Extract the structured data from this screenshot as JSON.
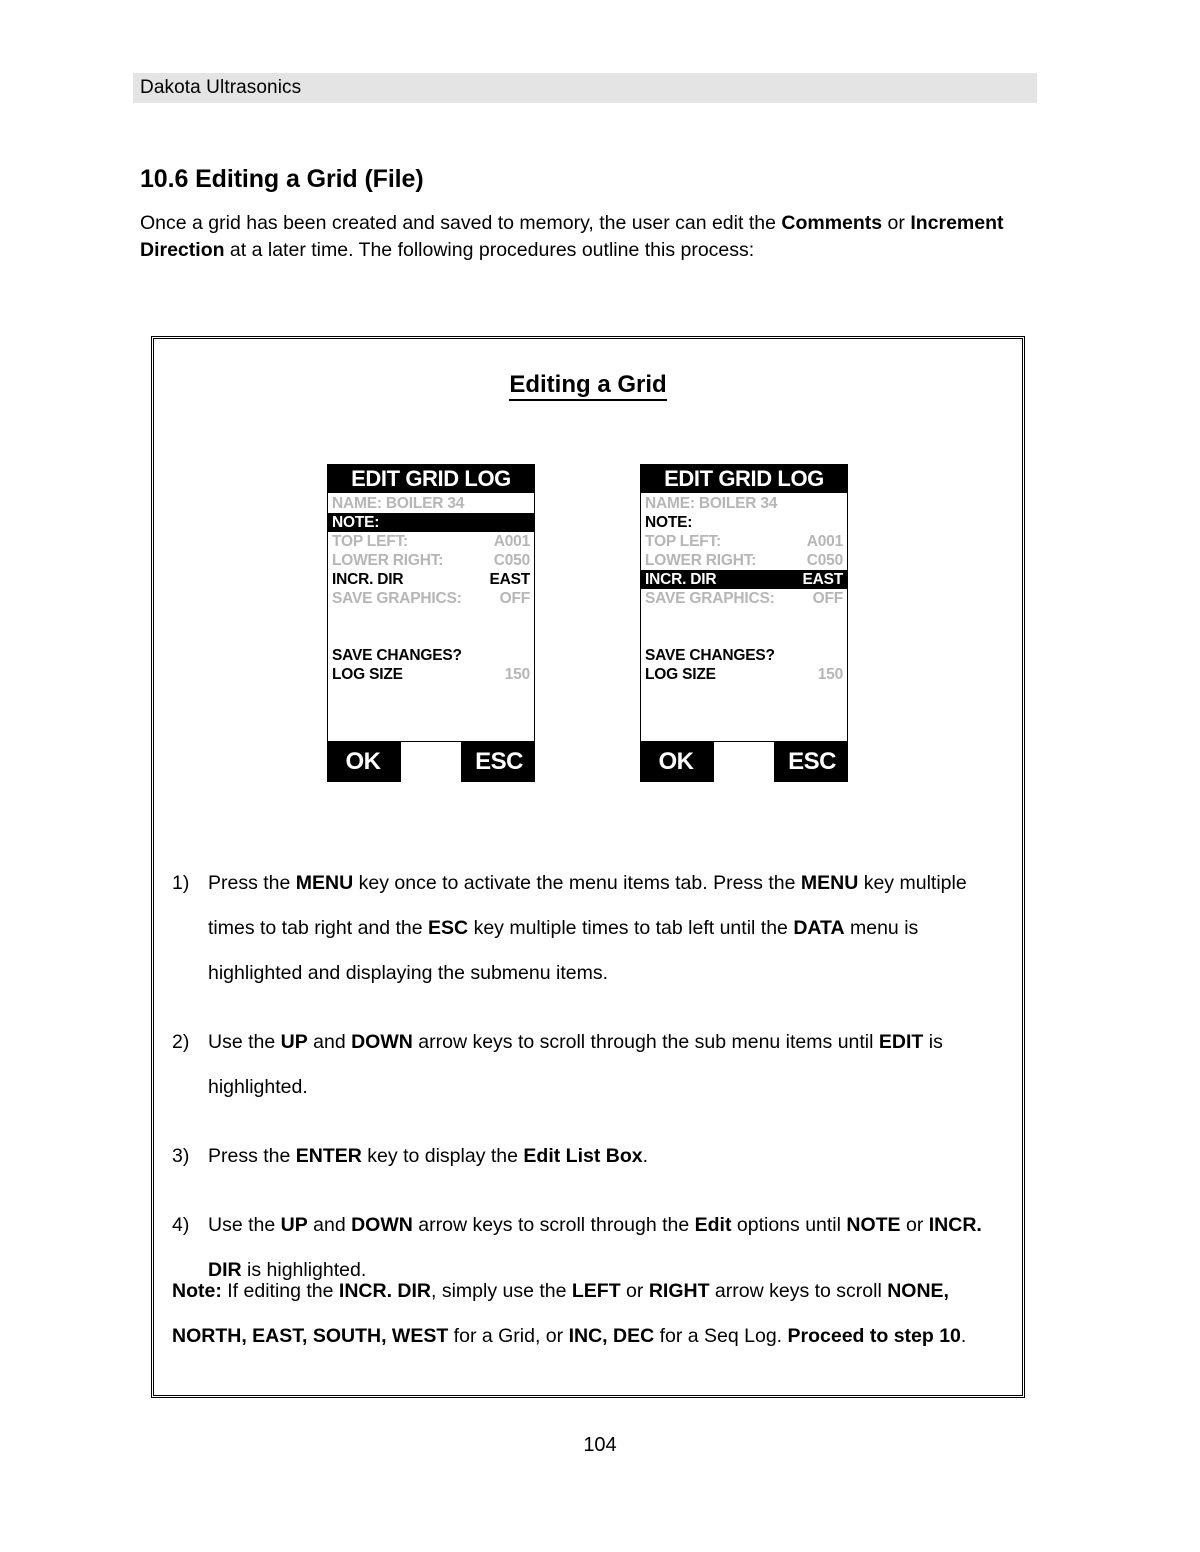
{
  "header": {
    "title": "Dakota Ultrasonics"
  },
  "section": {
    "heading": "10.6 Editing a Grid (File)",
    "intro_part1": "Once a grid has been created and saved to memory, the user can edit the ",
    "intro_bold1": "Comments",
    "intro_mid1": " or ",
    "intro_bold2": "Increment Direction",
    "intro_part2": " at a later time. The following procedures outline this process:"
  },
  "figure": {
    "title": "Editing a Grid",
    "screens": [
      {
        "name": "screen-note-highlighted",
        "titlebar": "EDIT GRID LOG",
        "rows": [
          {
            "label": "NAME: BOILER 34",
            "value": "",
            "state": "dim"
          },
          {
            "label": "NOTE:",
            "value": "",
            "state": "selected"
          },
          {
            "label": "TOP LEFT:",
            "value": "A001",
            "state": "dim"
          },
          {
            "label": "LOWER RIGHT:",
            "value": "C050",
            "state": "dim"
          },
          {
            "label": "INCR. DIR",
            "value": "EAST",
            "state": "normal"
          },
          {
            "label": "SAVE GRAPHICS:",
            "value": "OFF",
            "state": "dim"
          },
          {
            "label": "",
            "value": "",
            "state": "gap"
          },
          {
            "label": "SAVE CHANGES?",
            "value": "",
            "state": "normal"
          },
          {
            "label": "LOG SIZE",
            "value": "150",
            "state": "mixed"
          }
        ],
        "ok_label": "OK",
        "esc_label": "ESC"
      },
      {
        "name": "screen-incrdir-highlighted",
        "titlebar": "EDIT GRID LOG",
        "rows": [
          {
            "label": "NAME: BOILER 34",
            "value": "",
            "state": "dim"
          },
          {
            "label": "NOTE:",
            "value": "",
            "state": "normal"
          },
          {
            "label": "TOP LEFT:",
            "value": "A001",
            "state": "dim"
          },
          {
            "label": "LOWER RIGHT:",
            "value": "C050",
            "state": "dim"
          },
          {
            "label": "INCR. DIR",
            "value": "EAST",
            "state": "selected"
          },
          {
            "label": "SAVE GRAPHICS:",
            "value": "OFF",
            "state": "dim"
          },
          {
            "label": "",
            "value": "",
            "state": "gap"
          },
          {
            "label": "SAVE CHANGES?",
            "value": "",
            "state": "normal"
          },
          {
            "label": "LOG SIZE",
            "value": "150",
            "state": "mixed"
          }
        ],
        "ok_label": "OK",
        "esc_label": "ESC"
      }
    ],
    "steps": [
      {
        "num": "1)",
        "segments": [
          {
            "t": "Press the ",
            "b": false
          },
          {
            "t": "MENU",
            "b": true
          },
          {
            "t": " key once to activate the menu items tab.  Press the ",
            "b": false
          },
          {
            "t": "MENU",
            "b": true
          },
          {
            "t": " key multiple times to tab right and the ",
            "b": false
          },
          {
            "t": "ESC",
            "b": true
          },
          {
            "t": " key multiple times to tab left until the ",
            "b": false
          },
          {
            "t": "DATA",
            "b": true
          },
          {
            "t": " menu is highlighted and displaying the submenu items.",
            "b": false
          }
        ]
      },
      {
        "num": "2)",
        "segments": [
          {
            "t": "Use the ",
            "b": false
          },
          {
            "t": "UP",
            "b": true
          },
          {
            "t": " and ",
            "b": false
          },
          {
            "t": "DOWN",
            "b": true
          },
          {
            "t": " arrow keys to scroll through the sub menu items until ",
            "b": false
          },
          {
            "t": "EDIT",
            "b": true
          },
          {
            "t": " is highlighted.",
            "b": false
          }
        ]
      },
      {
        "num": "3)",
        "segments": [
          {
            "t": " Press the ",
            "b": false
          },
          {
            "t": "ENTER",
            "b": true
          },
          {
            "t": " key to display the ",
            "b": false
          },
          {
            "t": "Edit List Box",
            "b": true
          },
          {
            "t": ".",
            "b": false
          }
        ]
      },
      {
        "num": "4)",
        "segments": [
          {
            "t": "Use the ",
            "b": false
          },
          {
            "t": "UP",
            "b": true
          },
          {
            "t": " and ",
            "b": false
          },
          {
            "t": "DOWN",
            "b": true
          },
          {
            "t": " arrow keys to scroll through the ",
            "b": false
          },
          {
            "t": "Edit",
            "b": true
          },
          {
            "t": " options until ",
            "b": false
          },
          {
            "t": "NOTE",
            "b": true
          },
          {
            "t": " or ",
            "b": false
          },
          {
            "t": "INCR. DIR",
            "b": true
          },
          {
            "t": " is highlighted.",
            "b": false
          }
        ]
      }
    ],
    "note": {
      "segments": [
        {
          "t": "Note:",
          "b": true
        },
        {
          "t": "  If editing the ",
          "b": false
        },
        {
          "t": "INCR. DIR",
          "b": true
        },
        {
          "t": ", simply use the ",
          "b": false
        },
        {
          "t": "LEFT",
          "b": true
        },
        {
          "t": " or ",
          "b": false
        },
        {
          "t": "RIGHT",
          "b": true
        },
        {
          "t": " arrow keys to scroll ",
          "b": false
        },
        {
          "t": "NONE, NORTH, EAST, SOUTH, WEST",
          "b": true
        },
        {
          "t": " for a Grid, or ",
          "b": false
        },
        {
          "t": "INC, DEC",
          "b": true
        },
        {
          "t": " for a Seq Log.  ",
          "b": false
        },
        {
          "t": "Proceed to step 10",
          "b": true
        },
        {
          "t": ".",
          "b": false
        }
      ]
    }
  },
  "footer": {
    "page_number": "104"
  }
}
